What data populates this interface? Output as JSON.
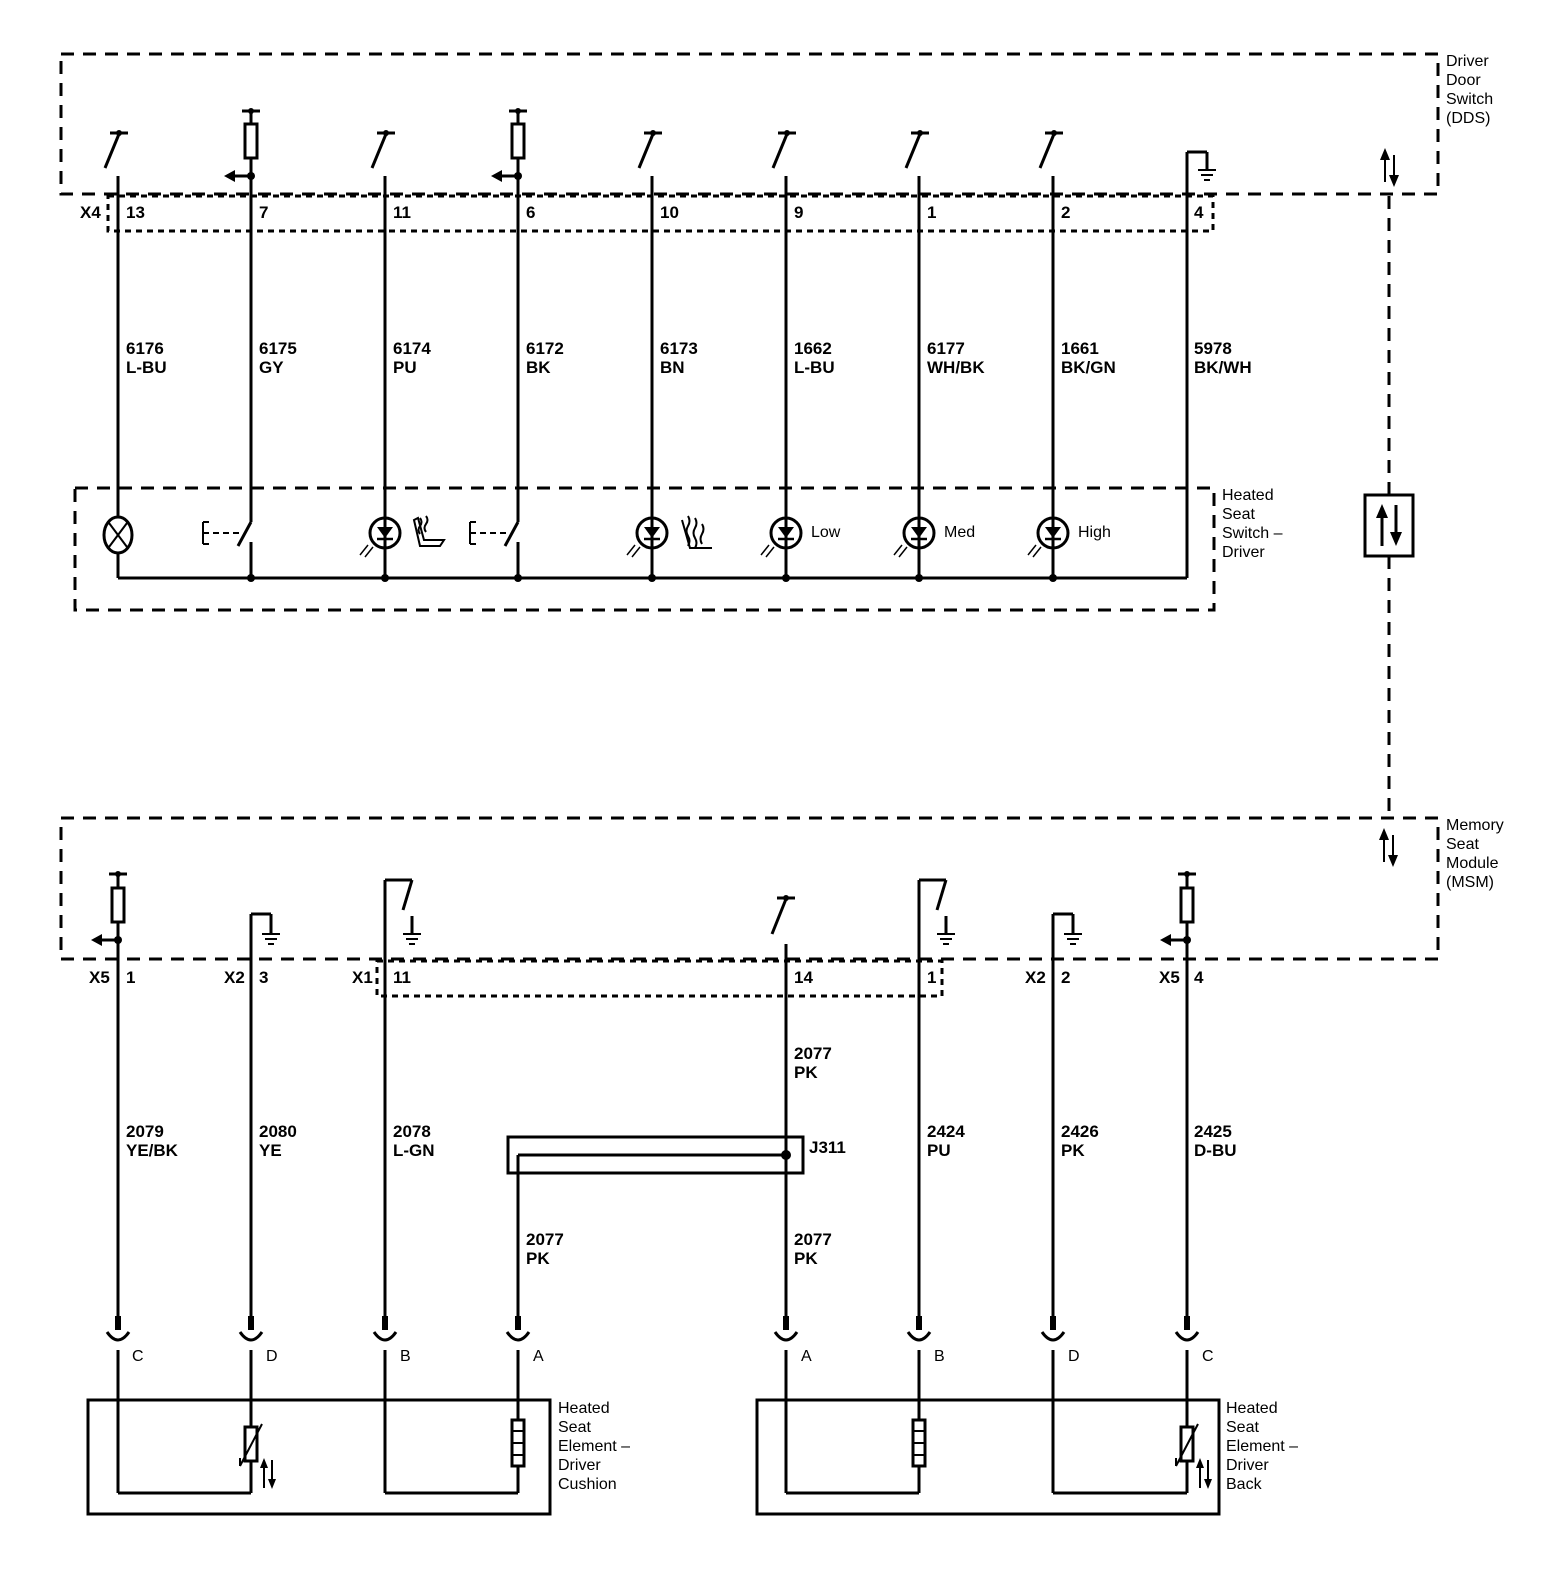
{
  "modules": {
    "dds": [
      "Driver",
      "Door",
      "Switch",
      "(DDS)"
    ],
    "switch": [
      "Heated",
      "Seat",
      "Switch –",
      "Driver"
    ],
    "msm": [
      "Memory",
      "Seat",
      "Module",
      "(MSM)"
    ],
    "cushion": [
      "Heated",
      "Seat",
      "Element –",
      "Driver",
      "Cushion"
    ],
    "back": [
      "Heated",
      "Seat",
      "Element –",
      "Driver",
      "Back"
    ]
  },
  "top": {
    "connector": "X4",
    "pins": [
      "13",
      "7",
      "11",
      "6",
      "10",
      "9",
      "1",
      "2",
      "4"
    ],
    "wires": [
      {
        "circuit": "6176",
        "color": "L-BU"
      },
      {
        "circuit": "6175",
        "color": "GY"
      },
      {
        "circuit": "6174",
        "color": "PU"
      },
      {
        "circuit": "6172",
        "color": "BK"
      },
      {
        "circuit": "6173",
        "color": "BN"
      },
      {
        "circuit": "1662",
        "color": "L-BU"
      },
      {
        "circuit": "6177",
        "color": "WH/BK"
      },
      {
        "circuit": "1661",
        "color": "BK/GN"
      },
      {
        "circuit": "5978",
        "color": "BK/WH"
      }
    ],
    "indicators": [
      "Low",
      "Med",
      "High"
    ]
  },
  "bottom": {
    "connectors": [
      {
        "conn": "X5",
        "pin": "1"
      },
      {
        "conn": "X2",
        "pin": "3"
      },
      {
        "conn": "X1",
        "pin": "11"
      },
      {
        "conn": "",
        "pin": "14"
      },
      {
        "conn": "",
        "pin": "1"
      },
      {
        "conn": "X2",
        "pin": "2"
      },
      {
        "conn": "X5",
        "pin": "4"
      }
    ],
    "wires": [
      {
        "circuit": "2079",
        "color": "YE/BK"
      },
      {
        "circuit": "2080",
        "color": "YE"
      },
      {
        "circuit": "2078",
        "color": "L-GN"
      },
      {
        "circuit": "2424",
        "color": "PU"
      },
      {
        "circuit": "2426",
        "color": "PK"
      },
      {
        "circuit": "2425",
        "color": "D-BU"
      }
    ],
    "pk_wire": {
      "circuit": "2077",
      "color": "PK"
    },
    "splice": "J311",
    "cushion_terminals": [
      "C",
      "D",
      "B",
      "A"
    ],
    "back_terminals": [
      "A",
      "B",
      "D",
      "C"
    ]
  },
  "icons": [
    "switch-icon",
    "fuse-icon",
    "ground-icon",
    "led-icon",
    "lamp-icon",
    "thermistor-icon",
    "heater-icon",
    "serial-data-icon"
  ]
}
